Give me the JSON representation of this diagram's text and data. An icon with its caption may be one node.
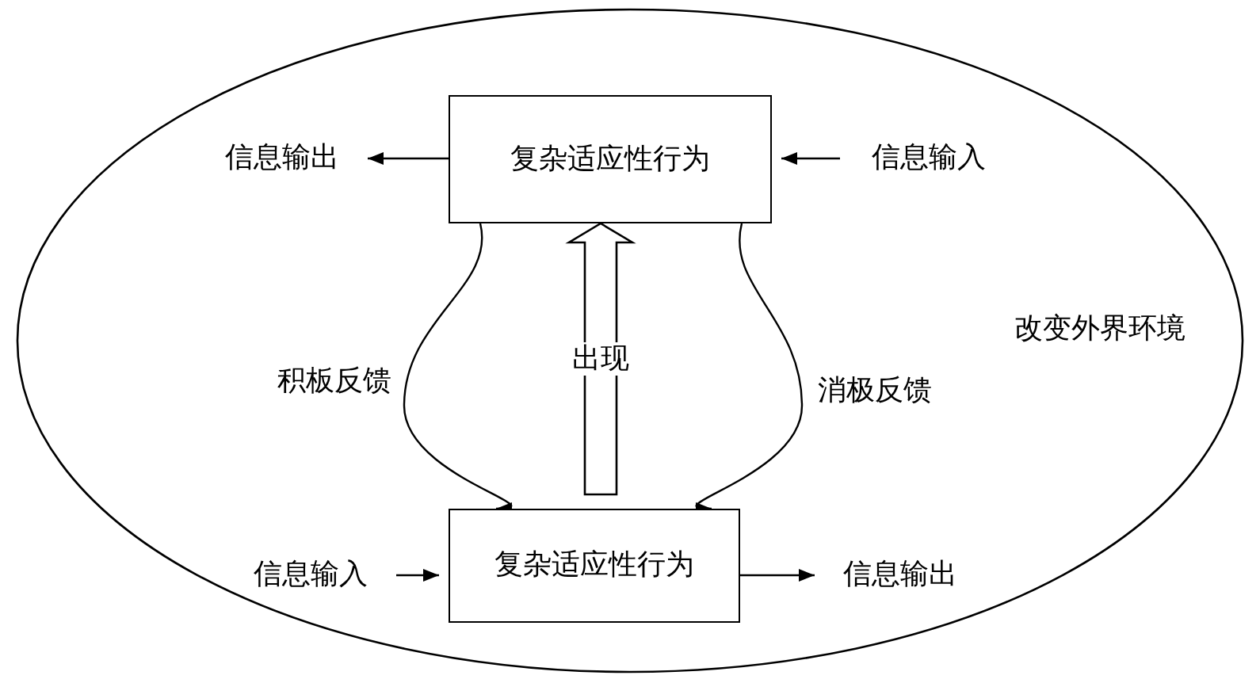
{
  "diagram": {
    "nodes": [
      {
        "text": [
          "改变外界环境"
        ]
      },
      {
        "text": [
          "复杂适应性行为"
        ],
        "in": 0
      },
      {
        "text": [
          "复杂适应性行为"
        ],
        "in": 0
      },
      {
        "text": [
          "信息输出"
        ],
        "in": 0
      },
      {
        "text": [
          "信息输入"
        ],
        "in": 0
      },
      {
        "text": [
          "信息输入"
        ],
        "in": 0
      },
      {
        "text": [
          "信息输出"
        ],
        "in": 0
      }
    ],
    "edges": [
      {
        "from": 1,
        "to": 3,
        "arrow": "to"
      },
      {
        "from": 4,
        "to": 1,
        "arrow": "to"
      },
      {
        "from": 5,
        "to": 2,
        "arrow": "to"
      },
      {
        "from": 2,
        "to": 6,
        "arrow": "to"
      },
      {
        "from": 1,
        "to": 2,
        "arrow": "to",
        "label": "积板反馈"
      },
      {
        "from": 1,
        "to": 2,
        "arrow": "to",
        "label": "消极反馈"
      },
      {
        "from": 2,
        "to": 1,
        "arrow": "to",
        "label": "出现",
        "style": "thick"
      }
    ]
  }
}
